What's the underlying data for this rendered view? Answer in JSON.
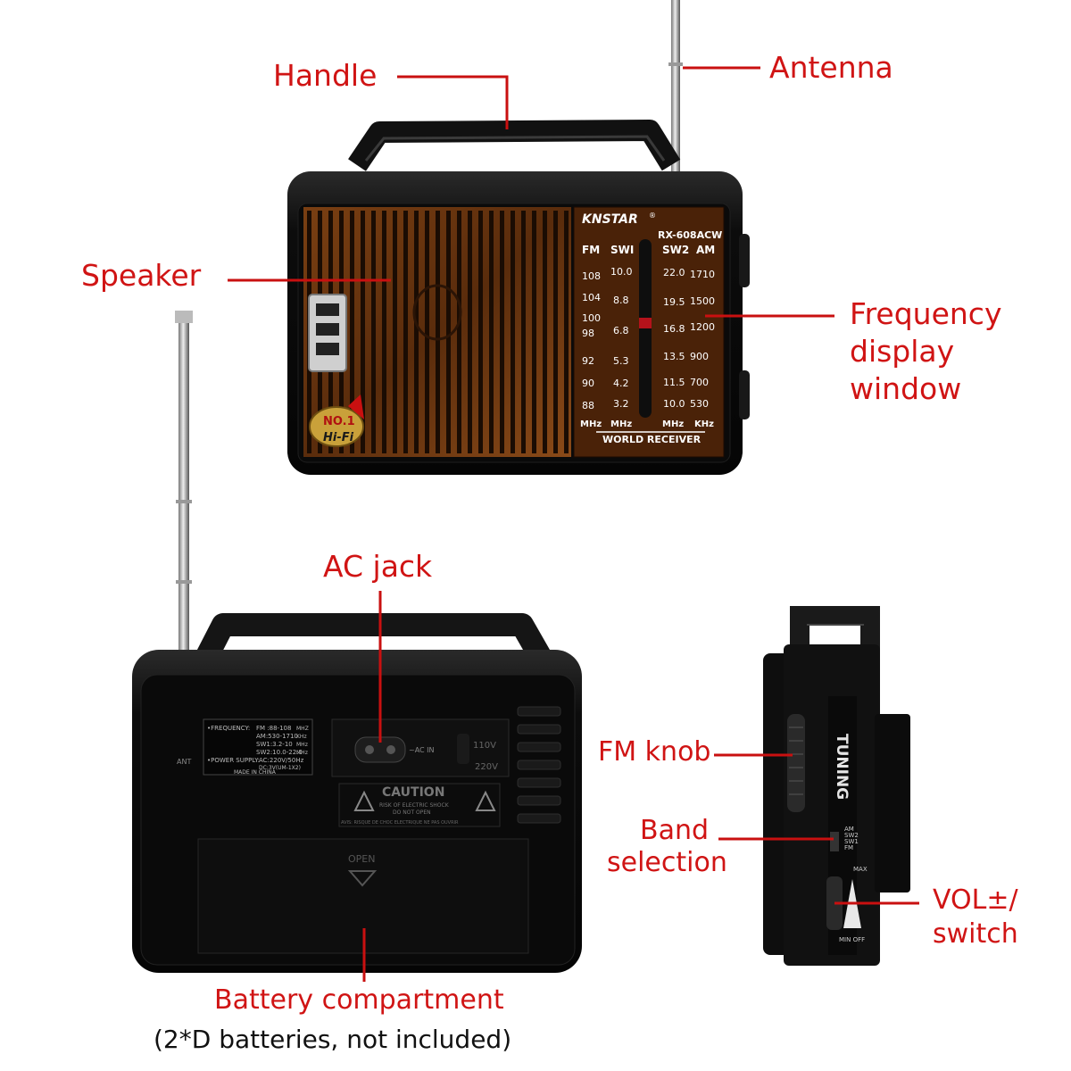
{
  "callouts": {
    "handle": "Handle",
    "antenna": "Antenna",
    "speaker": "Speaker",
    "frequency_display": [
      "Frequency",
      "display",
      "window"
    ],
    "ac_jack": "AC jack",
    "fm_knob": "FM knob",
    "band_selection": [
      "Band",
      "selection"
    ],
    "vol_switch": [
      "VOL±/",
      "switch"
    ],
    "battery": "Battery compartment",
    "battery_note": "(2*D batteries, not included)"
  },
  "front": {
    "brand": "KNSTAR",
    "reg": "®",
    "model": "RX-608ACW",
    "band_headers": [
      "FM",
      "SWI",
      "SW2",
      "AM"
    ],
    "fm": [
      "108",
      "104",
      "100",
      "98",
      "92",
      "90",
      "88"
    ],
    "sw1": [
      "10.0",
      "8.8",
      "6.8",
      "5.3",
      "4.2",
      "3.2"
    ],
    "sw2": [
      "22.0",
      "19.5",
      "16.8",
      "13.5",
      "11.5",
      "10.0"
    ],
    "am": [
      "1710",
      "1500",
      "1200",
      "900",
      "700",
      "530"
    ],
    "units": [
      "MHz",
      "MHz",
      "MHz",
      "KHz"
    ],
    "footer": "WORLD RECEIVER",
    "badge_top": "NO.1",
    "badge_bottom": "Hi-Fi"
  },
  "back": {
    "spec_lines": [
      [
        "•FREQUENCY:",
        "FM :88-108",
        "MHZ"
      ],
      [
        "",
        "AM:530-1710",
        "KHz"
      ],
      [
        "",
        "SW1:3.2-10",
        "MHz"
      ],
      [
        "",
        "SW2:10.0-22.0",
        "MHz"
      ],
      [
        "•POWER SUPPLY:",
        "AC:220V/50Hz",
        ""
      ],
      [
        "",
        "DC:3V(UM-1X2)",
        ""
      ]
    ],
    "made_in": "MADE IN CHINA",
    "ac_in": "~AC IN",
    "v110": "110V",
    "v220": "220V",
    "caution": "CAUTION",
    "caution_line1": "RISK OF ELECTRIC SHOCK",
    "caution_line2": "DO NOT OPEN",
    "caution_line3": "AVIS: RISQUE DE CHOC ELECTRIQUE NE PAS OUVRIR",
    "open": "OPEN",
    "ant": "ANT"
  },
  "side": {
    "tuning": "TUNING",
    "bands": [
      "AM",
      "SW2",
      "SW1",
      "FM"
    ],
    "max": "MAX",
    "min_off": "MIN OFF"
  },
  "colors": {
    "callout": "#d01414",
    "wood": "#6a3510",
    "body": "#0d0d0d"
  }
}
